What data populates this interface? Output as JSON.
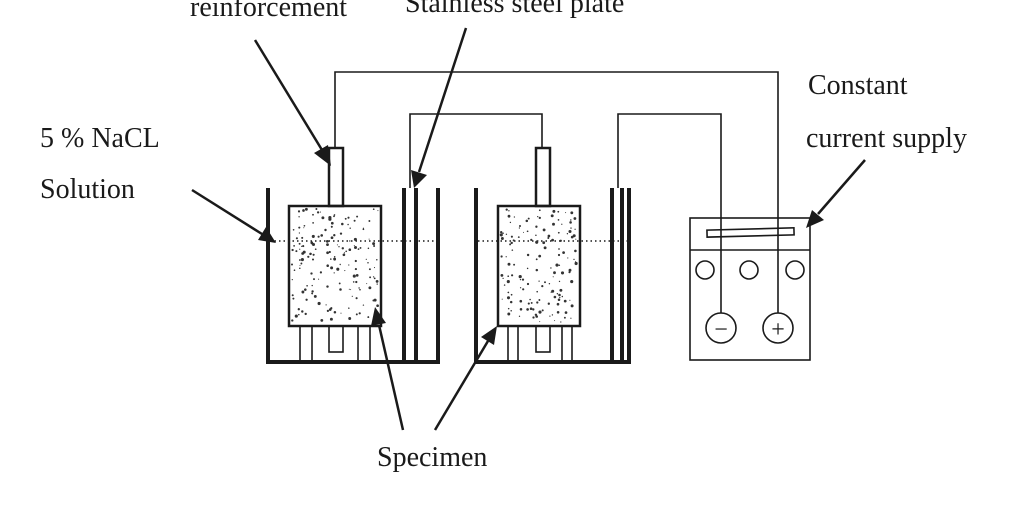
{
  "labels": {
    "reinforcement": "reinforcement",
    "stainless_plate": "Stainless steel plate",
    "constant": "Constant",
    "current_supply": "current supply",
    "nacl": "5  %  NaCL",
    "solution": "Solution",
    "specimen": "Specimen"
  },
  "meter": {
    "minus": "−",
    "plus": "+"
  },
  "colors": {
    "ink": "#1a1a1a",
    "background": "#ffffff"
  }
}
